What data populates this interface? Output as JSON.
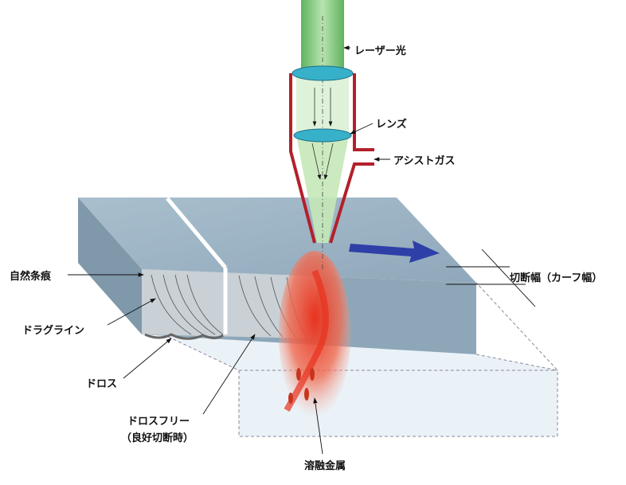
{
  "labels": {
    "laser": "レーザー光",
    "lens": "レンズ",
    "assist_gas": "アシストガス",
    "kerf": "切断幅（カーフ幅）",
    "striation": "自然条痕",
    "drag_line": "ドラグライン",
    "dross": "ドロス",
    "dross_free": "ドロスフリー",
    "dross_free_note": "（良好切断時）",
    "molten_metal": "溶融金属"
  },
  "colors": {
    "beam": "#7cc57a",
    "nozzle": "#b3202a",
    "plate": "#9fb6c6",
    "arrow": "#2f3fa8",
    "molten": "#e8321e"
  }
}
